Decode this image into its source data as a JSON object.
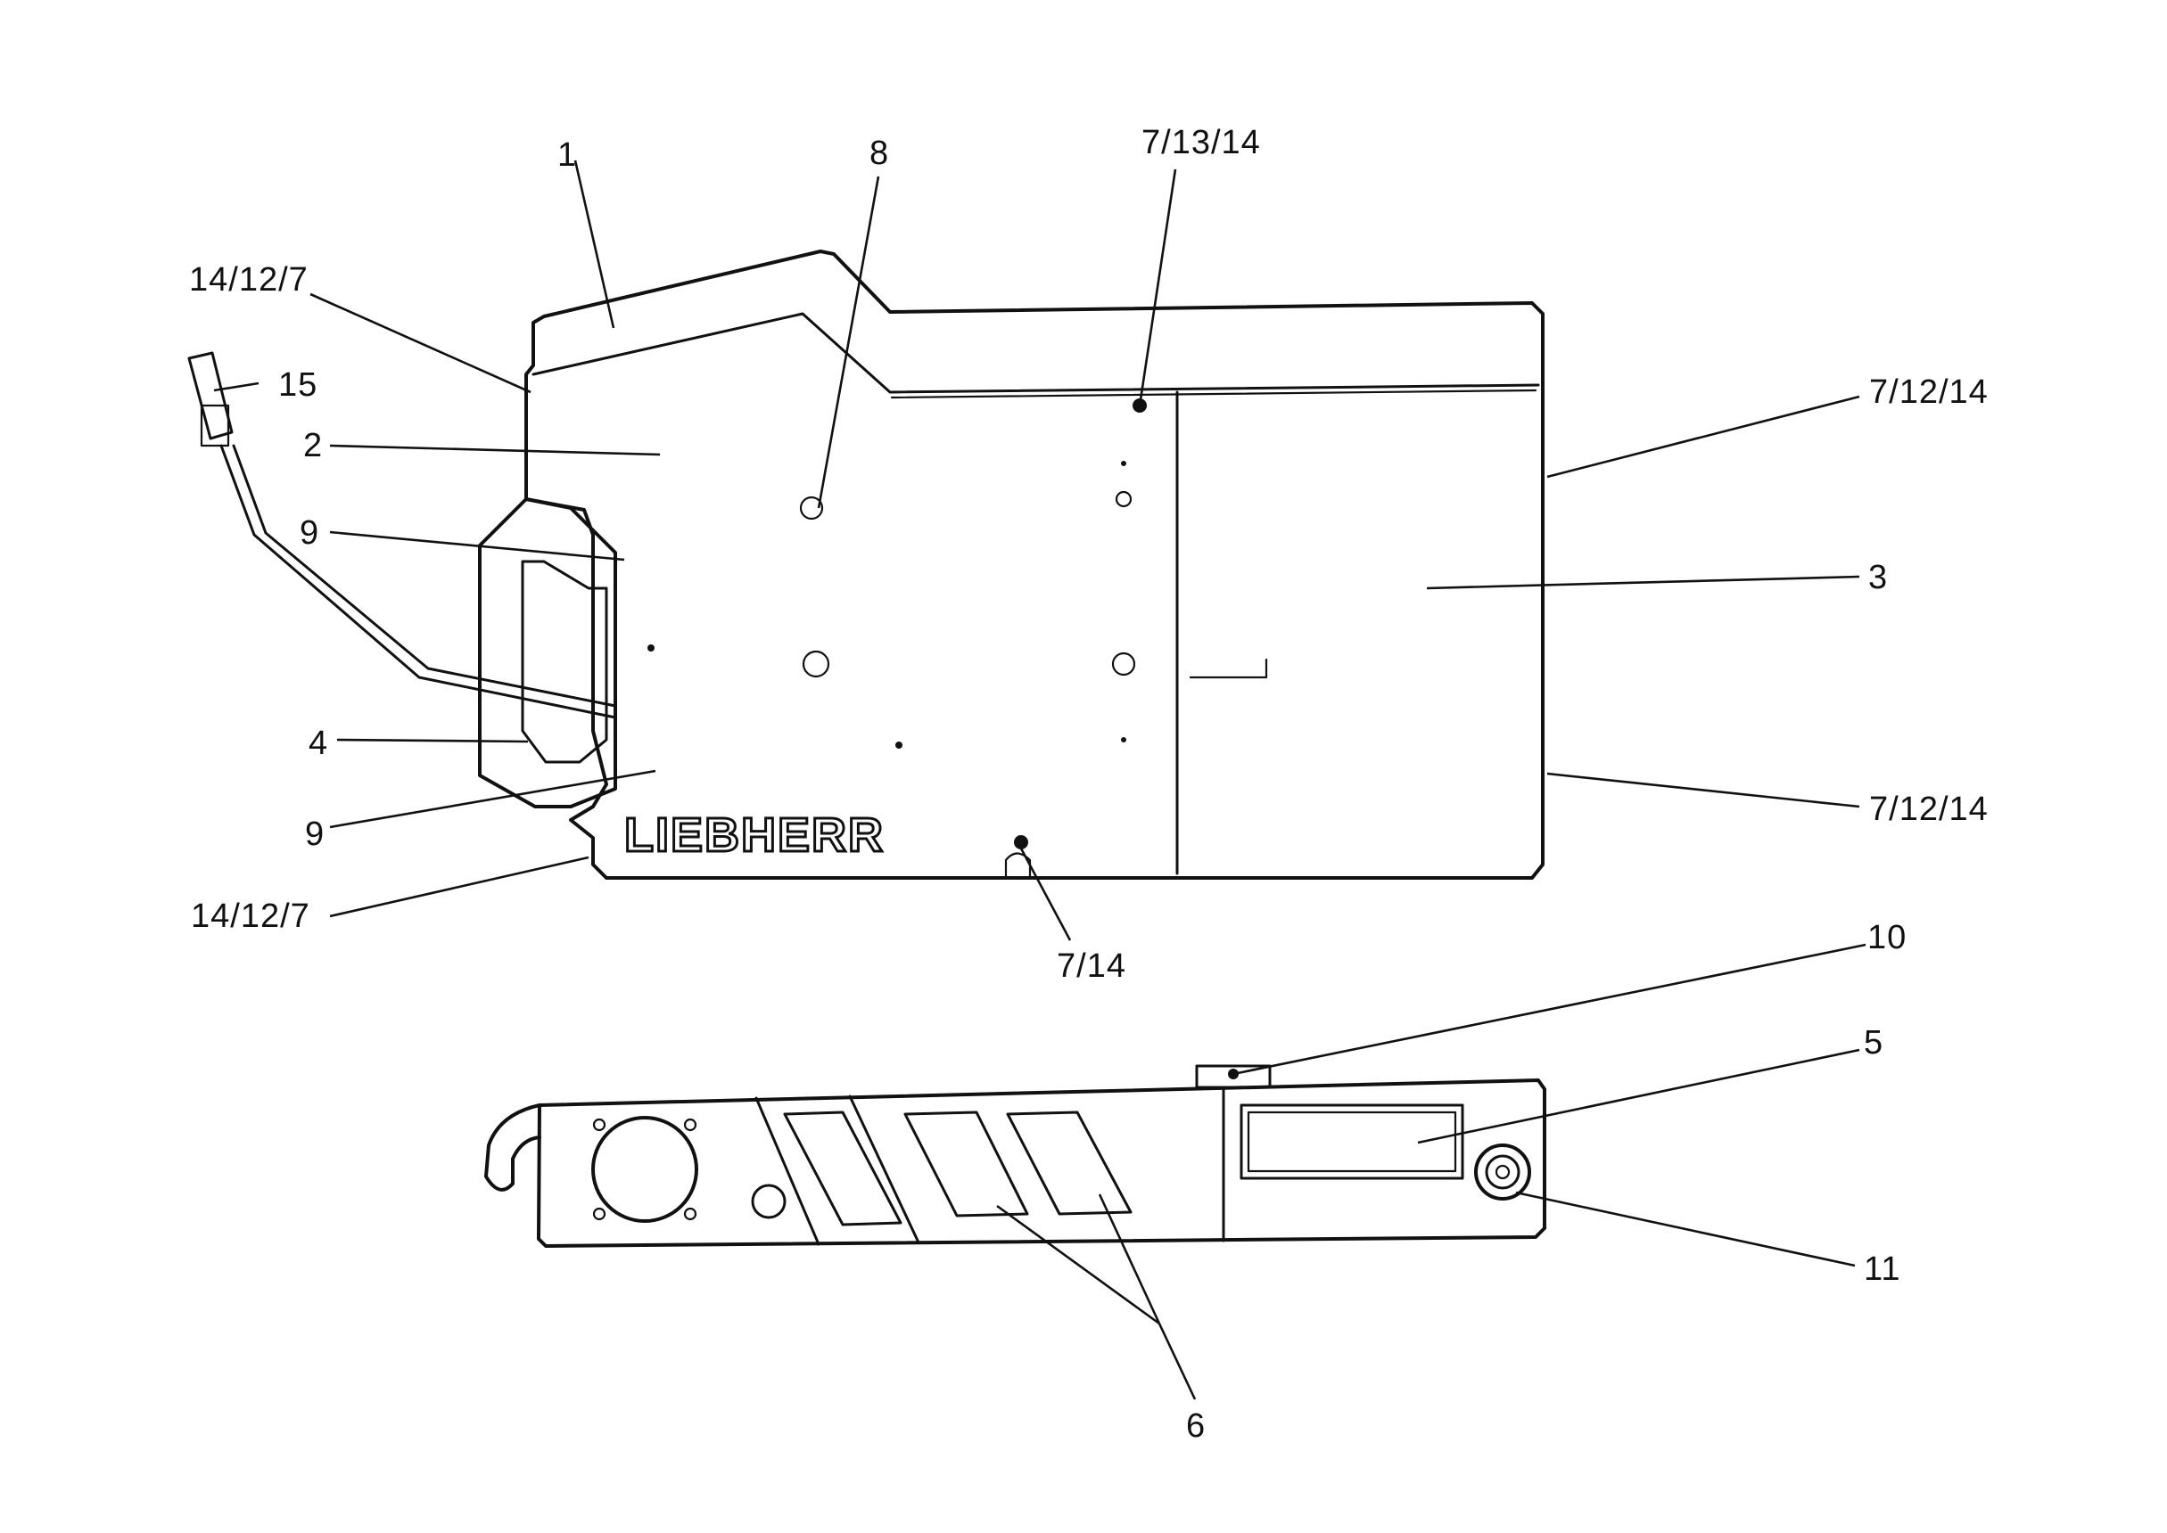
{
  "diagram": {
    "brand_logo": "LIEBHERR",
    "callouts": {
      "c1": "1",
      "c2": "2",
      "c3": "3",
      "c4": "4",
      "c5": "5",
      "c6": "6",
      "c8": "8",
      "c9a": "9",
      "c9b": "9",
      "c10": "10",
      "c11": "11",
      "c15": "15",
      "c14_12_7_top": "14/12/7",
      "c14_12_7_bottom": "14/12/7",
      "c7_13_14": "7/13/14",
      "c7_12_14_top": "7/12/14",
      "c7_12_14_bottom": "7/12/14",
      "c7_14": "7/14"
    }
  }
}
